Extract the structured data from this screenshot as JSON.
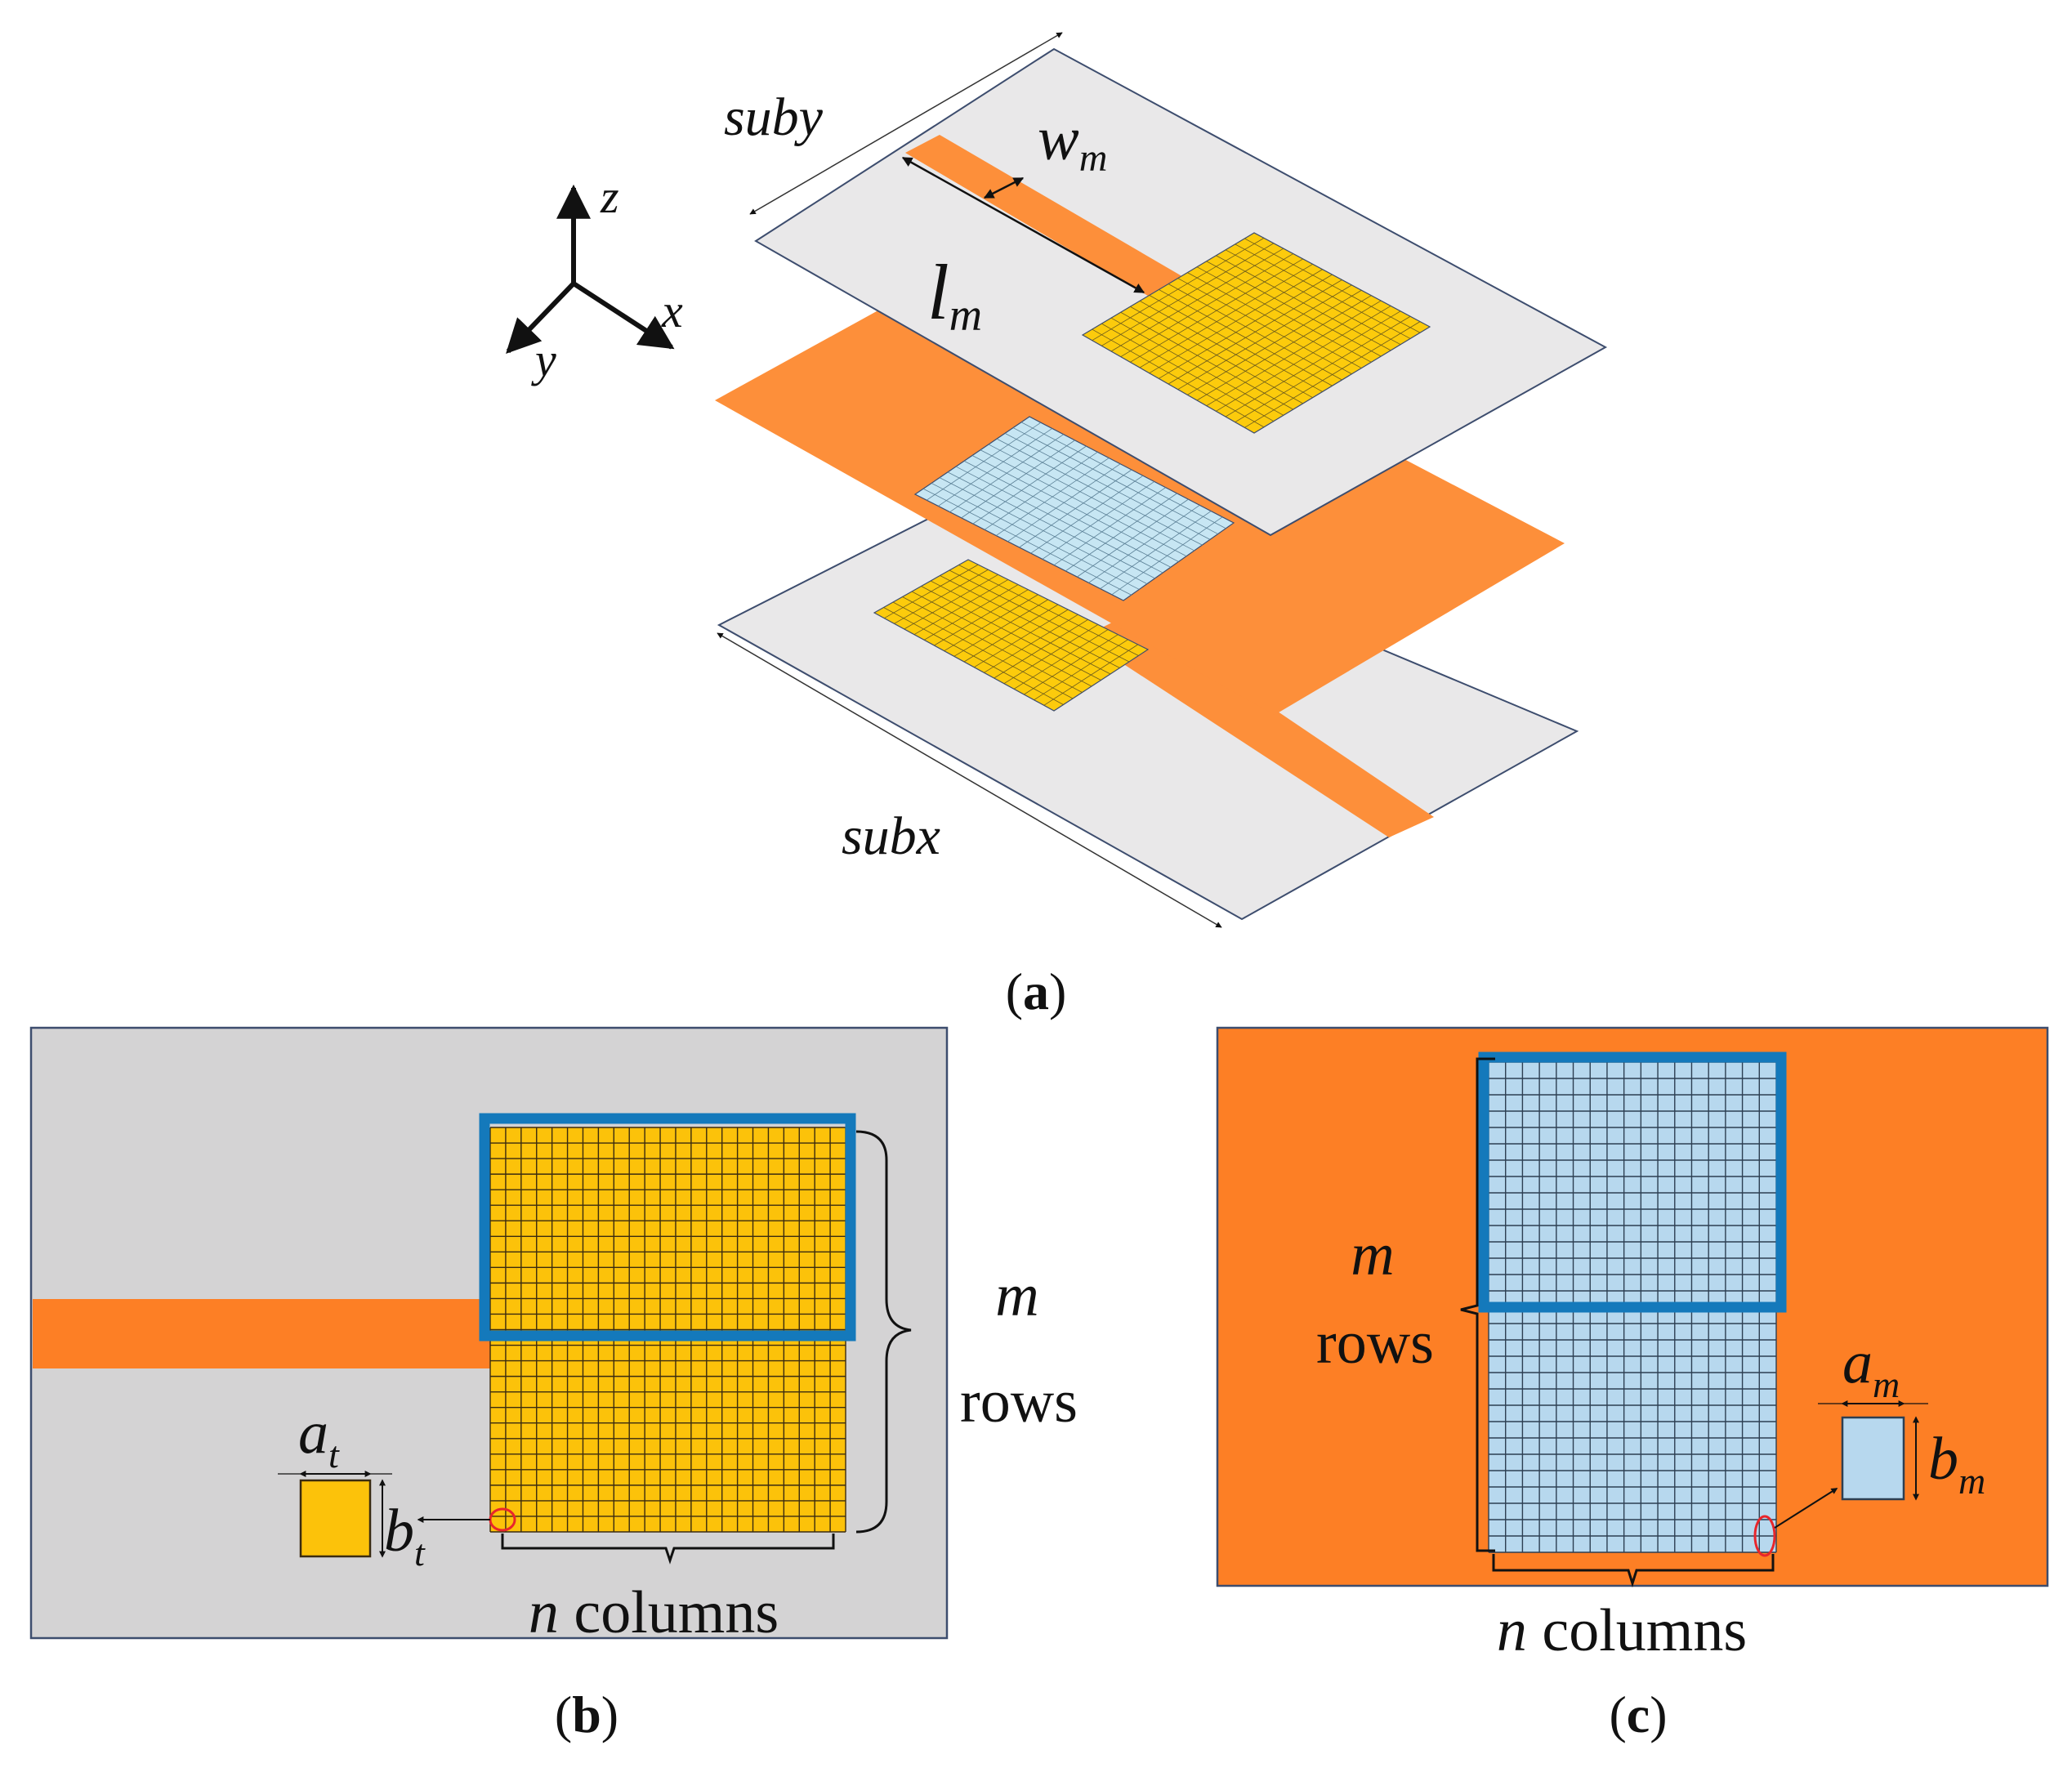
{
  "panel_a": {
    "caption": {
      "open": "(",
      "letter": "a",
      "close": ")"
    },
    "axes": {
      "x": "x",
      "y": "y",
      "z": "z"
    },
    "labels": {
      "suby": "suby",
      "subx": "subx",
      "w": "w",
      "w_sub": "m",
      "l": "l",
      "l_sub": "m"
    },
    "colors": {
      "substrate": "#e9e8e9",
      "copper": "#fd8f3a",
      "top_metasurface": "#fccb0c",
      "mid_metasurface": "#c7e6f3",
      "outline": "#3d4d6e"
    }
  },
  "panel_b": {
    "caption": {
      "open": "(",
      "letter": "b",
      "close": ")"
    },
    "cell_a": "a",
    "cell_a_sub": "t",
    "cell_b": "b",
    "cell_b_sub": "t",
    "rows_var": "m",
    "rows_word": "rows",
    "cols_var": "n",
    "cols_word": " columns",
    "colors": {
      "background": "#d4d3d4",
      "feed": "#fd7f25",
      "cells": "#fcc20a",
      "highlight": "#1479bb",
      "marker": "#e8262c"
    }
  },
  "panel_c": {
    "caption": {
      "open": "(",
      "letter": "c",
      "close": ")"
    },
    "cell_a": "a",
    "cell_a_sub": "m",
    "cell_b": "b",
    "cell_b_sub": "m",
    "rows_var": "m",
    "rows_word": "rows",
    "cols_var": "n",
    "cols_word": " columns",
    "colors": {
      "background": "#fd7f25",
      "cells": "#b7d8ee",
      "highlight": "#1479bb",
      "marker": "#e8262c"
    }
  }
}
